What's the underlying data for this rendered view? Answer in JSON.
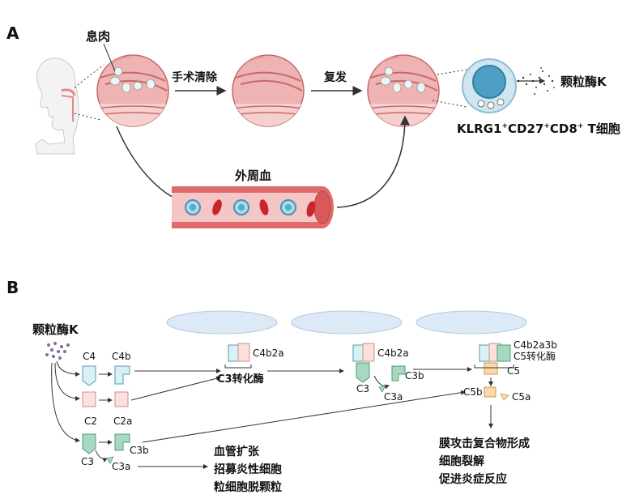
{
  "panel_a": {
    "letter": "A",
    "polyp_label": "息肉",
    "surgery_label": "手术清除",
    "recurrence_label": "复发",
    "granzyme_label": "颗粒酶K",
    "tcell_label_main": "KLRG1",
    "tcell_sup1": "+",
    "tcell_cd27": "CD27",
    "tcell_sup2": "+",
    "tcell_cd8": "CD8",
    "tcell_sup3": "+",
    "tcell_tail": " T细胞",
    "blood_label": "外周血"
  },
  "panel_b": {
    "letter": "B",
    "granzyme_label": "颗粒酶K",
    "c4": "C4",
    "c4b": "C4b",
    "c2": "C2",
    "c2a": "C2a",
    "c3": "C3",
    "c3b": "C3b",
    "c3a": "C3a",
    "c4b2a_1": "C4b2a",
    "c3_convertase": "C3转化酶",
    "c4b2a_2": "C4b2a",
    "c3_mid": "C3",
    "c3b_mid": "C3b",
    "c3a_mid": "C3a",
    "c4b2a3b": "C4b2a3b",
    "c5_convertase": "C5转化酶",
    "c5": "C5",
    "c5b": "C5b",
    "c5a": "C5a",
    "effects_c3a": [
      "血管扩张",
      "招募炎性细胞",
      "粒细胞脱颗粒"
    ],
    "effects_c5b": [
      "膜攻击复合物形成",
      "细胞裂解",
      "促进炎症反应"
    ]
  },
  "colors": {
    "tissue": "#e8a3a3",
    "tissue_dark": "#c56a6a",
    "vessel": "#e06b6b",
    "rbc": "#c9262b",
    "cell_blue": "#5aa7c6",
    "membrane": "#dce9f6",
    "c4_color": "#d8f1f5",
    "c2_color": "#fbe0dc",
    "c3_color": "#a9d8c0",
    "c5_color": "#fcd9a8",
    "granule": "#8a6aa0"
  }
}
